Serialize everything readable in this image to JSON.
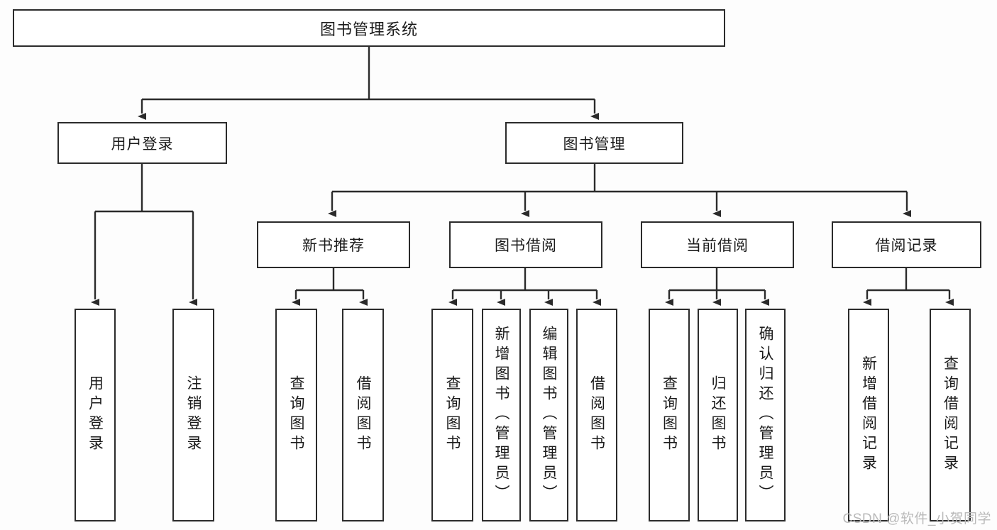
{
  "diagram": {
    "title": "图书管理系统",
    "type": "tree",
    "orientation": "top-down",
    "background_color": "#fdfdfd",
    "box_border_color": "#2b2b2b",
    "box_fill_color": "#ffffff",
    "edge_color": "#2b2b2b",
    "nodes": {
      "root": {
        "label": "图书管理系统"
      },
      "level2": [
        {
          "id": "user-login",
          "label": "用户登录"
        },
        {
          "id": "book-manage",
          "label": "图书管理"
        }
      ],
      "level3": [
        {
          "id": "new-book-recommend",
          "label": "新书推荐"
        },
        {
          "id": "book-borrow",
          "label": "图书借阅"
        },
        {
          "id": "current-borrow",
          "label": "当前借阅"
        },
        {
          "id": "borrow-record",
          "label": "借阅记录"
        }
      ],
      "leaves": {
        "user-login": [
          {
            "id": "leaf-user-login",
            "label": "用户登录"
          },
          {
            "id": "leaf-user-logout",
            "label": "注销登录"
          }
        ],
        "new-book-recommend": [
          {
            "id": "leaf-query-book-1",
            "label": "查询图书"
          },
          {
            "id": "leaf-borrow-book-1",
            "label": "借阅图书"
          }
        ],
        "book-borrow": [
          {
            "id": "leaf-query-book-2",
            "label": "查询图书"
          },
          {
            "id": "leaf-add-book",
            "label": "新增图书（管理员）"
          },
          {
            "id": "leaf-edit-book",
            "label": "编辑图书（管理员）"
          },
          {
            "id": "leaf-borrow-book-2",
            "label": "借阅图书"
          }
        ],
        "current-borrow": [
          {
            "id": "leaf-query-book-3",
            "label": "查询图书"
          },
          {
            "id": "leaf-return-book",
            "label": "归还图书"
          },
          {
            "id": "leaf-confirm-return",
            "label": "确认归还（管理员）"
          }
        ],
        "borrow-record": [
          {
            "id": "leaf-add-record",
            "label": "新增借阅记录"
          },
          {
            "id": "leaf-query-record",
            "label": "查询借阅记录"
          }
        ]
      }
    }
  },
  "watermark": {
    "text": "CSDN @软件_小贺同学",
    "color": "#b9b9b9"
  }
}
